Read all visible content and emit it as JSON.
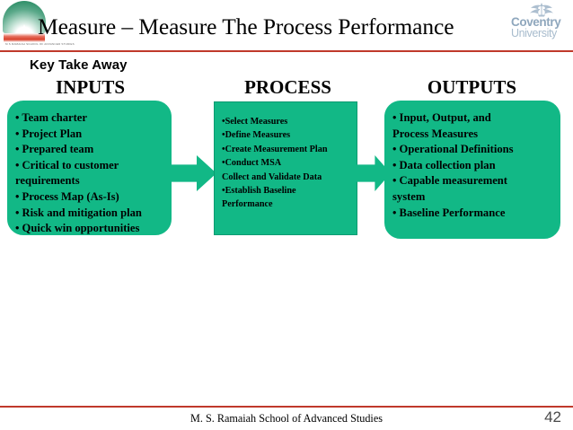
{
  "header": {
    "title": "Measure – Measure The Process Performance",
    "left_logo": {
      "name": "msrsas-logo",
      "caption": "M S RAMAIAH SCHOOL OF ADVANCED STUDIES"
    },
    "right_logo": {
      "name": "coventry-university-logo",
      "line1": "Coventry",
      "line2": "University"
    },
    "accent_color": "#c0392b"
  },
  "subtitle": "Key Take Away",
  "theme": {
    "box_green": "#12B886",
    "box_border_green": "#0d9b72",
    "rule_red": "#c0392b",
    "text_black": "#000000"
  },
  "columns": [
    {
      "heading": "INPUTS",
      "items": [
        "• Team charter",
        "• Project Plan",
        "• Prepared team",
        "• Critical to customer",
        "requirements",
        "• Process Map (As-Is)",
        "• Risk and mitigation plan",
        "• Quick win opportunities"
      ]
    },
    {
      "heading": "PROCESS",
      "items": [
        "•Select Measures",
        "•Define Measures",
        "•Create Measurement Plan",
        "•Conduct MSA",
        "Collect and Validate Data",
        "•Establish Baseline",
        "Performance"
      ]
    },
    {
      "heading": "OUTPUTS",
      "items": [
        "• Input, Output, and",
        "Process Measures",
        "• Operational Definitions",
        "• Data collection plan",
        "• Capable measurement",
        "system",
        "• Baseline Performance"
      ]
    }
  ],
  "arrows": [
    {
      "name": "arrow-inputs-to-process",
      "direction": "right"
    },
    {
      "name": "arrow-process-to-outputs",
      "direction": "right"
    }
  ],
  "footer": {
    "organization": "M. S. Ramaiah School of Advanced Studies",
    "page_number": "42"
  }
}
